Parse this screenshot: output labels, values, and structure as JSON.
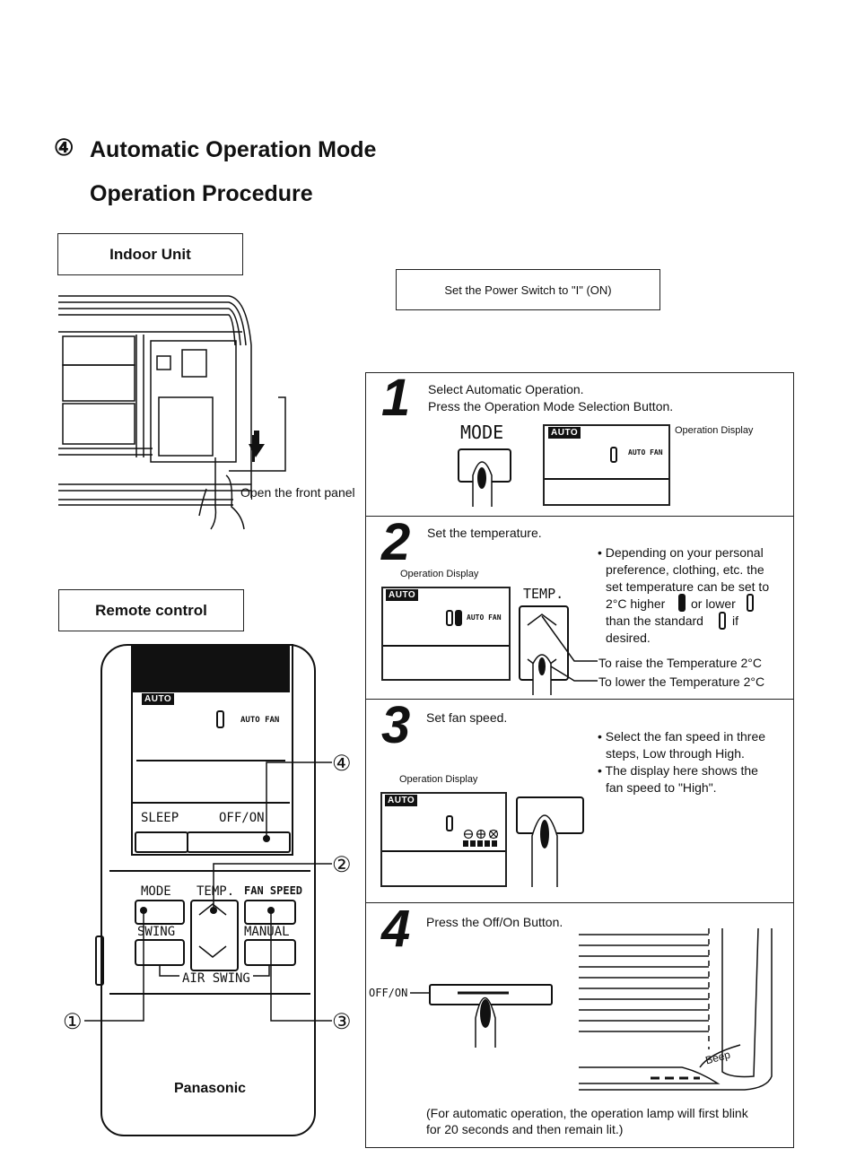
{
  "header": {
    "section_number": "④",
    "title": "Automatic Operation Mode",
    "subtitle": "Operation Procedure"
  },
  "indoor": {
    "label": "Indoor Unit",
    "open_panel": "Open the front panel"
  },
  "power": {
    "text": "Set the Power Switch to \"I\" (ON)"
  },
  "remote": {
    "label": "Remote control",
    "auto": "AUTO",
    "auto_fan": "AUTO FAN",
    "sleep": "SLEEP",
    "offon": "OFF/ON",
    "mode": "MODE",
    "temp": "TEMP.",
    "fan_speed": "FAN SPEED",
    "swing": "SWING",
    "manual": "MANUAL",
    "air_swing": "AIR SWING",
    "brand": "Panasonic",
    "callouts": [
      "①",
      "②",
      "③",
      "④"
    ]
  },
  "steps": [
    {
      "number": "1",
      "line1": "Select Automatic Operation.",
      "line2": "Press the Operation Mode Selection Button.",
      "button_label": "MODE",
      "display_label": "Operation Display",
      "auto": "AUTO",
      "auto_fan": "AUTO FAN"
    },
    {
      "number": "2",
      "text": "Set the temperature.",
      "display_label": "Operation Display",
      "button_label": "TEMP.",
      "auto": "AUTO",
      "auto_fan": "AUTO FAN",
      "note": [
        "• Depending on your personal",
        "preference, clothing, etc. the",
        "set temperature can be set to",
        "2°C higher",
        "or lower",
        "than the standard",
        "if",
        "desired."
      ],
      "raise": "To raise the Temperature 2°C",
      "lower": "To lower the Temperature 2°C"
    },
    {
      "number": "3",
      "text": "Set fan speed.",
      "display_label": "Operation Display",
      "auto": "AUTO",
      "notes": [
        "• Select the fan speed in three",
        "steps, Low through High.",
        "• The display here shows the",
        "fan speed to \"High\"."
      ]
    },
    {
      "number": "4",
      "text": "Press the Off/On Button.",
      "button_label": "OFF/ON",
      "beep": "Beep",
      "footer1": "(For automatic operation, the operation lamp will first blink",
      "footer2": "for 20 seconds and then remain lit.)"
    }
  ]
}
